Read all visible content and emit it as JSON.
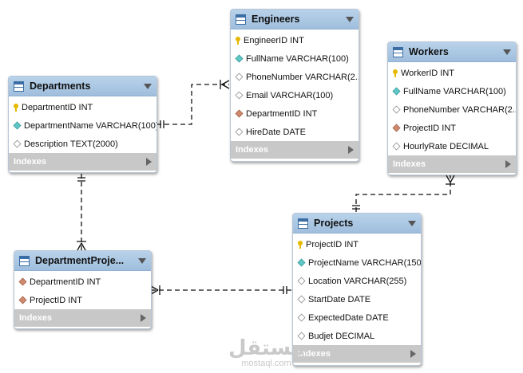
{
  "tables": {
    "engineers": {
      "title": "Engineers",
      "columns": [
        {
          "text": "EngineerID INT",
          "icon": "primary-key-icon"
        },
        {
          "text": "FullName VARCHAR(100)",
          "icon": "not-null-diamond-icon"
        },
        {
          "text": "PhoneNumber VARCHAR(2...",
          "icon": "nullable-diamond-icon"
        },
        {
          "text": "Email VARCHAR(100)",
          "icon": "nullable-diamond-icon"
        },
        {
          "text": "DepartmentID INT",
          "icon": "foreign-key-diamond-icon"
        },
        {
          "text": "HireDate DATE",
          "icon": "nullable-diamond-icon"
        }
      ],
      "indexes_label": "Indexes"
    },
    "workers": {
      "title": "Workers",
      "columns": [
        {
          "text": "WorkerID INT",
          "icon": "primary-key-icon"
        },
        {
          "text": "FullName VARCHAR(100)",
          "icon": "not-null-diamond-icon"
        },
        {
          "text": "PhoneNumber VARCHAR(2...",
          "icon": "nullable-diamond-icon"
        },
        {
          "text": "ProjectID INT",
          "icon": "foreign-key-diamond-icon"
        },
        {
          "text": "HourlyRate DECIMAL",
          "icon": "nullable-diamond-icon"
        }
      ],
      "indexes_label": "Indexes"
    },
    "departments": {
      "title": "Departments",
      "columns": [
        {
          "text": "DepartmentID INT",
          "icon": "primary-key-icon"
        },
        {
          "text": "DepartmentName VARCHAR(100)",
          "icon": "not-null-diamond-icon"
        },
        {
          "text": "Description TEXT(2000)",
          "icon": "nullable-diamond-icon"
        }
      ],
      "indexes_label": "Indexes"
    },
    "department_projects": {
      "title": "DepartmentProje...",
      "columns": [
        {
          "text": "DepartmentID INT",
          "icon": "foreign-key-diamond-icon"
        },
        {
          "text": "ProjectID INT",
          "icon": "foreign-key-diamond-icon"
        }
      ],
      "indexes_label": "Indexes"
    },
    "projects": {
      "title": "Projects",
      "columns": [
        {
          "text": "ProjectID INT",
          "icon": "primary-key-icon"
        },
        {
          "text": "ProjectName VARCHAR(150)",
          "icon": "not-null-diamond-icon"
        },
        {
          "text": "Location VARCHAR(255)",
          "icon": "nullable-diamond-icon"
        },
        {
          "text": "StartDate DATE",
          "icon": "nullable-diamond-icon"
        },
        {
          "text": "ExpectedDate DATE",
          "icon": "nullable-diamond-icon"
        },
        {
          "text": "Budjet DECIMAL",
          "icon": "nullable-diamond-icon"
        }
      ],
      "indexes_label": "Indexes"
    }
  },
  "relationships": [
    {
      "from": "Departments",
      "to": "Engineers",
      "from_end": "one",
      "to_end": "many"
    },
    {
      "from": "Projects",
      "to": "Workers",
      "from_end": "one",
      "to_end": "many"
    },
    {
      "from": "Departments",
      "to": "DepartmentProjects",
      "from_end": "one",
      "to_end": "many"
    },
    {
      "from": "Projects",
      "to": "DepartmentProjects",
      "from_end": "one",
      "to_end": "many"
    }
  ],
  "watermark": {
    "main": "مستقل",
    "sub": "mostaql.com"
  },
  "colors": {
    "header": "#a9c6e3",
    "indexes_bar": "#c8c8c8",
    "primary_key": "#e6b800",
    "not_null": "#5fc7c7",
    "foreign_key": "#cf8a6e"
  }
}
